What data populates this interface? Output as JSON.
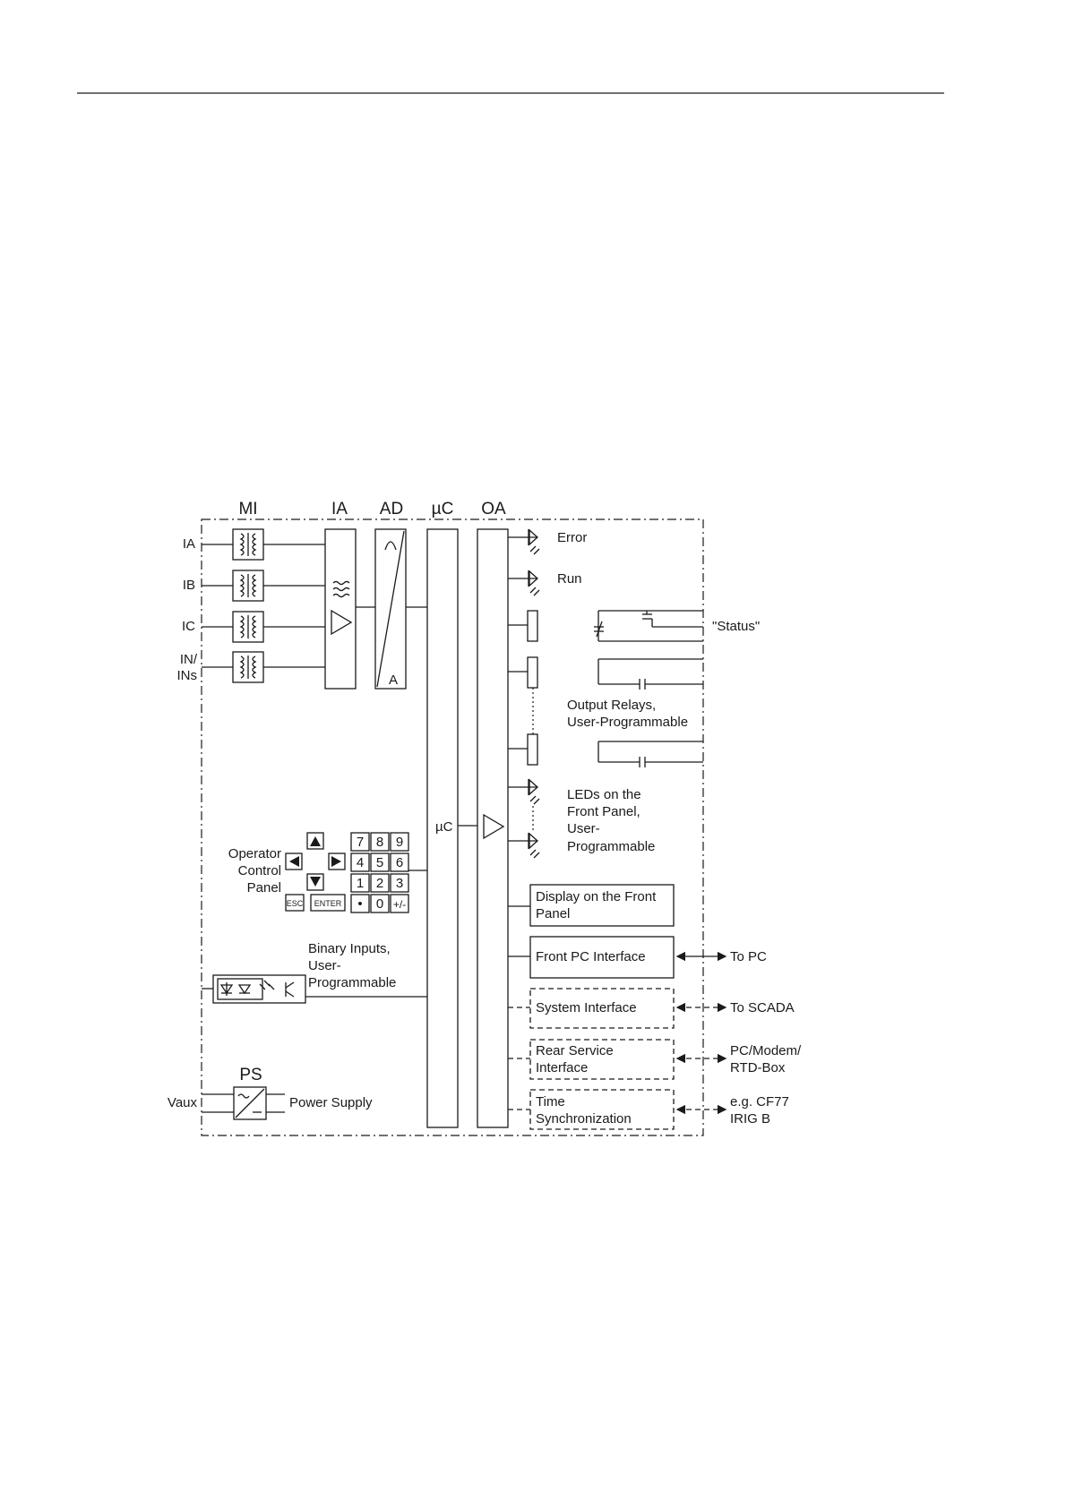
{
  "headers": {
    "mi": "MI",
    "ia": "IA",
    "ad": "AD",
    "uc": "µC",
    "oa": "OA",
    "ps": "PS"
  },
  "inputs": {
    "ia": "IA",
    "ib": "IB",
    "ic": "IC",
    "in_line1": "IN/",
    "in_line2": "INs",
    "vaux": "Vaux"
  },
  "blocks": {
    "ad_bottom": "A",
    "uc_center": "µC",
    "power_supply": "Power Supply"
  },
  "operator_panel": {
    "label_line1": "Operator",
    "label_line2": "Control",
    "label_line3": "Panel",
    "keys_row1": [
      "7",
      "8",
      "9"
    ],
    "keys_row2": [
      "4",
      "5",
      "6"
    ],
    "keys_row3": [
      "1",
      "2",
      "3"
    ],
    "keys_row4": [
      "•",
      "0",
      "+/-"
    ],
    "esc": "ESC",
    "enter": "ENTER"
  },
  "binary_inputs": {
    "line1": "Binary Inputs,",
    "line2": "User-",
    "line3": "Programmable"
  },
  "outputs": {
    "error": "Error",
    "run": "Run",
    "status": "\"Status\"",
    "relays_line1": "Output Relays,",
    "relays_line2": "User-Programmable",
    "leds_line1": "LEDs on the",
    "leds_line2": "Front Panel,",
    "leds_line3": "User-",
    "leds_line4": "Programmable"
  },
  "interfaces": {
    "display_line1": "Display on the Front",
    "display_line2": "Panel",
    "front_pc": "Front PC Interface",
    "system": "System Interface",
    "rear_line1": "Rear Service",
    "rear_line2": "Interface",
    "time_line1": "Time",
    "time_line2": "Synchronization"
  },
  "destinations": {
    "to_pc": "To PC",
    "to_scada": "To SCADA",
    "pc_modem": "PC/Modem/",
    "rtd_box": "RTD-Box",
    "cf77": "e.g. CF77",
    "irig": "IRIG B"
  }
}
